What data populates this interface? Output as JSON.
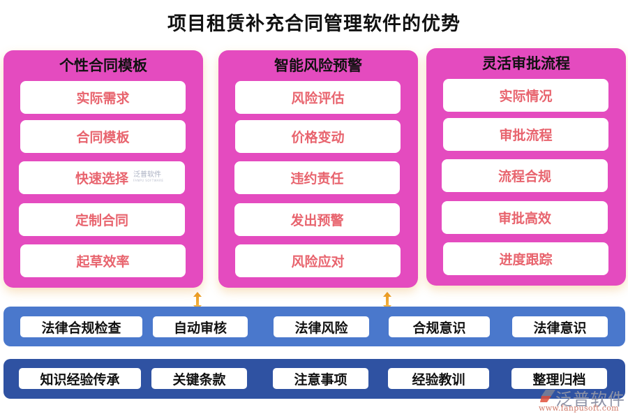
{
  "title": "项目租赁补充合同管理软件的优势",
  "colors": {
    "panel_bg": "#e44bbf",
    "panel_item_text": "#e8646e",
    "band_top": "#4a78cc",
    "band_bottom": "#2f52a2",
    "arrow": "#f0a830"
  },
  "panels": [
    {
      "title": "个性合同模板",
      "items": [
        "实际需求",
        "合同模板",
        "快速选择",
        "定制合同",
        "起草效率"
      ]
    },
    {
      "title": "智能风险预警",
      "items": [
        "风险评估",
        "价格变动",
        "违约责任",
        "发出预警",
        "风险应对"
      ]
    },
    {
      "title": "灵活审批流程",
      "items": [
        "实际情况",
        "审批流程",
        "流程合规",
        "审批高效",
        "进度跟踪"
      ]
    }
  ],
  "bands": [
    {
      "items": [
        "法律合规检查",
        "自动审核",
        "法律风险",
        "合规意识",
        "法律意识"
      ]
    },
    {
      "items": [
        "知识经验传承",
        "关键条款",
        "注意事项",
        "经验教训",
        "整理归档"
      ]
    }
  ],
  "watermark": {
    "cn": "泛普软件",
    "en": "FANPU SOFTWARE"
  },
  "logo": {
    "cn": "泛普软件",
    "url": "www.fanpusoft.com"
  },
  "icons": {
    "connector": "double-arrow-vertical-icon",
    "logo_mark": "fanpu-logo-icon"
  }
}
